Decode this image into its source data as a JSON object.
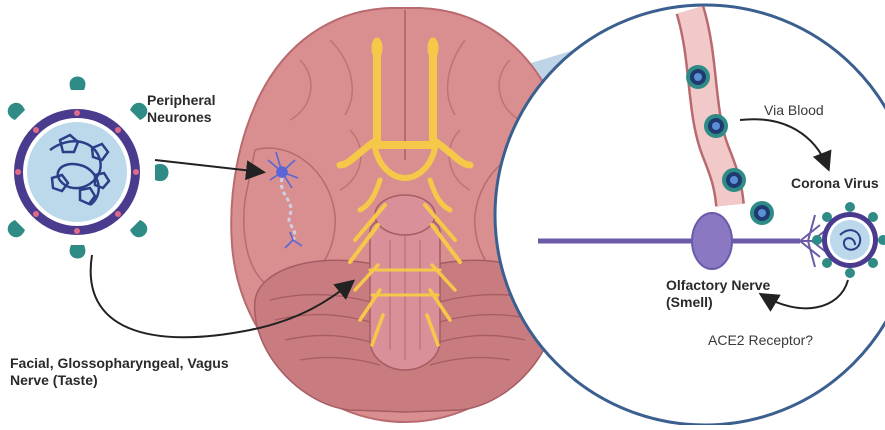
{
  "labels": {
    "peripheral_line1": "Peripheral",
    "peripheral_line2": "Neurones",
    "via_blood": "Via Blood",
    "corona_virus": "Corona Virus",
    "olfactory_line1": "Olfactory Nerve",
    "olfactory_line2": "(Smell)",
    "ace2": "ACE2 Receptor?",
    "facial_line1": "Facial, Glossopharyngeal, Vagus",
    "facial_line2": "Nerve (Taste)"
  },
  "colors": {
    "brain_fill": "#d98f8f",
    "brain_dark": "#b96a6e",
    "nerve_yellow": "#f6c84a",
    "virus_teal": "#2e8b86",
    "virus_purple": "#4b3b8f",
    "neuron_purple": "#7d6bb3",
    "zoom_blue": "#a9c6dd",
    "circle_border": "#3b5f8f",
    "blood_vessel": "#f2c9c9"
  }
}
